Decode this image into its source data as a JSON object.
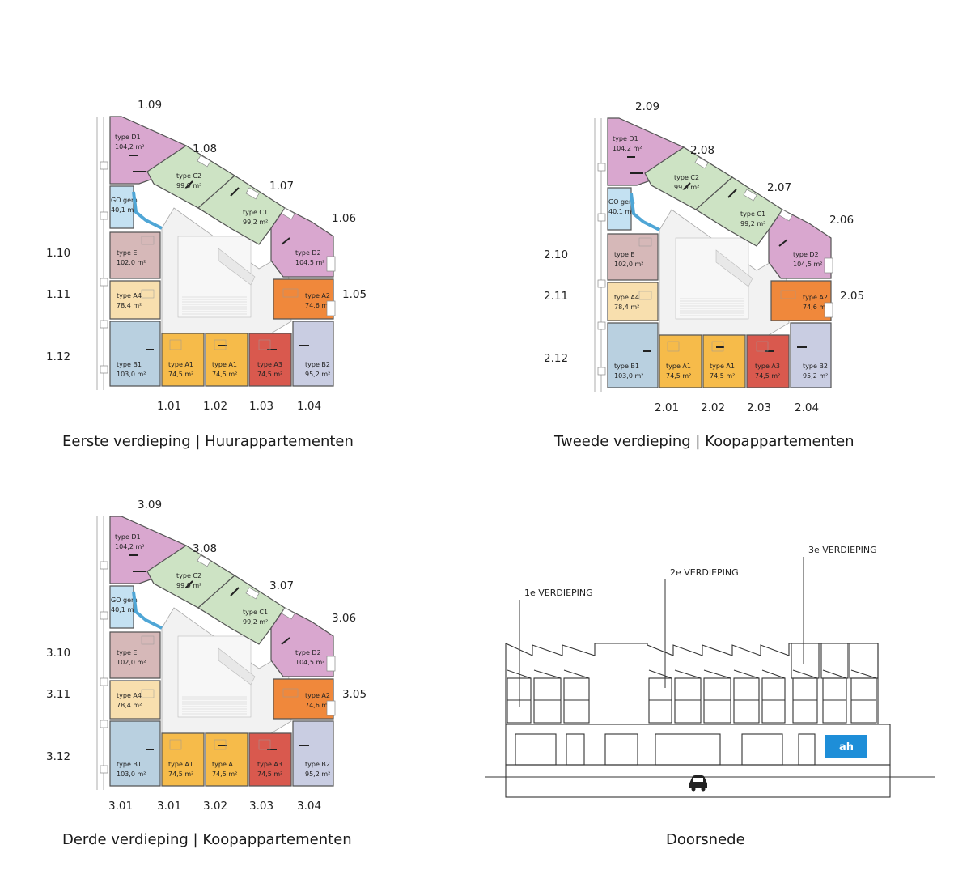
{
  "colors": {
    "typeD": "#d9a7cf",
    "typeC": "#cde3c4",
    "typeGO": "#c4e1f2",
    "typeE": "#d6b8b8",
    "typeA4": "#f8dfae",
    "typeA2": "#f0883b",
    "typeB1": "#b9d0e0",
    "typeA1": "#f6bb4a",
    "typeA3": "#d9594e",
    "typeB2": "#c9cde2",
    "corridor": "#f2f2f2",
    "gallery": "#4fa6d6",
    "ah_logo": "#1e8ed8"
  },
  "unit_types": {
    "d1": {
      "name": "type D1",
      "area": "104,2 m²"
    },
    "c2": {
      "name": "type C2",
      "area": "99,9 m²"
    },
    "c1": {
      "name": "type C1",
      "area": "99,2 m²"
    },
    "d2": {
      "name": "type D2",
      "area": "104,5 m²"
    },
    "go": {
      "name": "GO gem",
      "area": "40,1 m²"
    },
    "e": {
      "name": "type E",
      "area": "102,0 m²"
    },
    "a4": {
      "name": "type A4",
      "area": "78,4 m²"
    },
    "a2": {
      "name": "type A2",
      "area": "74,6 m²"
    },
    "b1": {
      "name": "type B1",
      "area": "103,0 m²"
    },
    "a1": {
      "name": "type A1",
      "area": "74,5 m²"
    },
    "a3": {
      "name": "type A3",
      "area": "74,5 m²"
    },
    "b2": {
      "name": "type B2",
      "area": "95,2 m²"
    }
  },
  "floors": [
    {
      "caption": "Eerste verdieping | Huurappartementen",
      "labels": {
        "u09": "1.09",
        "u08": "1.08",
        "u07": "1.07",
        "u06": "1.06",
        "u05": "1.05",
        "u10": "1.10",
        "u11": "1.11",
        "u12": "1.12",
        "b1": "1.01",
        "b2": "1.02",
        "b3": "1.03",
        "b4": "1.04"
      }
    },
    {
      "caption": "Tweede verdieping | Koopappartementen",
      "labels": {
        "u09": "2.09",
        "u08": "2.08",
        "u07": "2.07",
        "u06": "2.06",
        "u05": "2.05",
        "u10": "2.10",
        "u11": "2.11",
        "u12": "2.12",
        "b1": "2.01",
        "b2": "2.02",
        "b3": "2.03",
        "b4": "2.04"
      }
    },
    {
      "caption": "Derde verdieping | Koopappartementen",
      "labels": {
        "u09": "3.09",
        "u08": "3.08",
        "u07": "3.07",
        "u06": "3.06",
        "u05": "3.05",
        "u10": "3.10",
        "u11": "3.11",
        "u12": "3.12",
        "b0": "3.01",
        "b1": "3.01",
        "b2": "3.02",
        "b3": "3.03",
        "b4": "3.04"
      }
    }
  ],
  "section": {
    "caption": "Doorsnede",
    "levels": [
      "1e VERDIEPING",
      "2e VERDIEPING",
      "3e VERDIEPING"
    ],
    "logo_text": "ah",
    "icons": [
      "car-icon",
      "ah-logo"
    ]
  }
}
